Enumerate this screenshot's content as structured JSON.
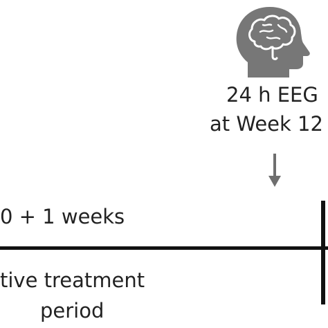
{
  "eeg": {
    "line1": "24 h EEG",
    "line2": "at Week 12"
  },
  "timeline": {
    "duration_label": "0 + 1 weeks"
  },
  "treatment": {
    "line1": "tive treatment",
    "line2": "period"
  },
  "icons": {
    "head": "head-brain-icon",
    "arrow": "arrow-down-icon"
  },
  "colors": {
    "icon_gray": "#777777",
    "arrow_gray": "#6e6e6e",
    "line_black": "#111111",
    "text": "#222222"
  }
}
